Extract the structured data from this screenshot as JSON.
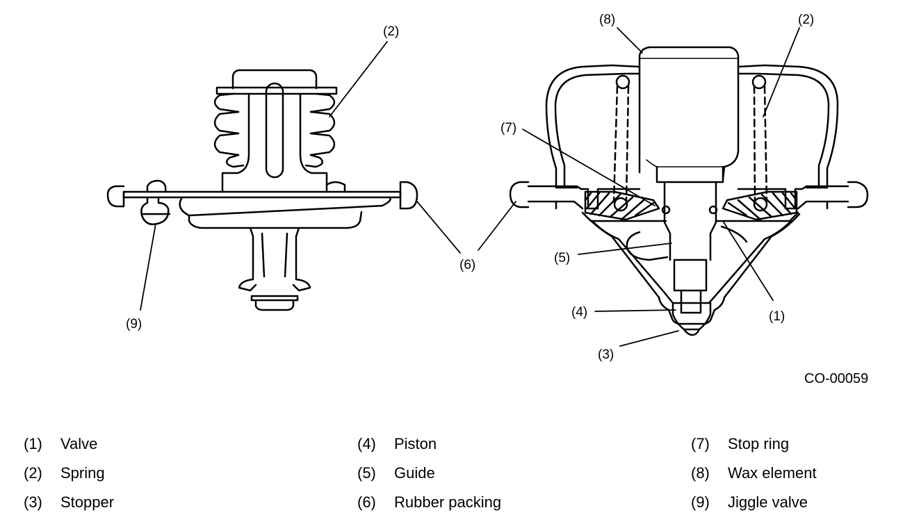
{
  "figure_code": "CO-00059",
  "callouts": {
    "left_spring": "(2)",
    "left_packing": "(6)",
    "left_jiggle": "(9)",
    "right_wax": "(8)",
    "right_spring": "(2)",
    "right_stop_ring": "(7)",
    "right_guide": "(5)",
    "right_piston": "(4)",
    "right_stopper": "(3)",
    "right_valve": "(1)"
  },
  "legend": [
    {
      "num": "(1)",
      "label": "Valve"
    },
    {
      "num": "(2)",
      "label": "Spring"
    },
    {
      "num": "(3)",
      "label": "Stopper"
    },
    {
      "num": "(4)",
      "label": "Piston"
    },
    {
      "num": "(5)",
      "label": "Guide"
    },
    {
      "num": "(6)",
      "label": "Rubber packing"
    },
    {
      "num": "(7)",
      "label": "Stop ring"
    },
    {
      "num": "(8)",
      "label": "Wax element"
    },
    {
      "num": "(9)",
      "label": "Jiggle valve"
    }
  ]
}
